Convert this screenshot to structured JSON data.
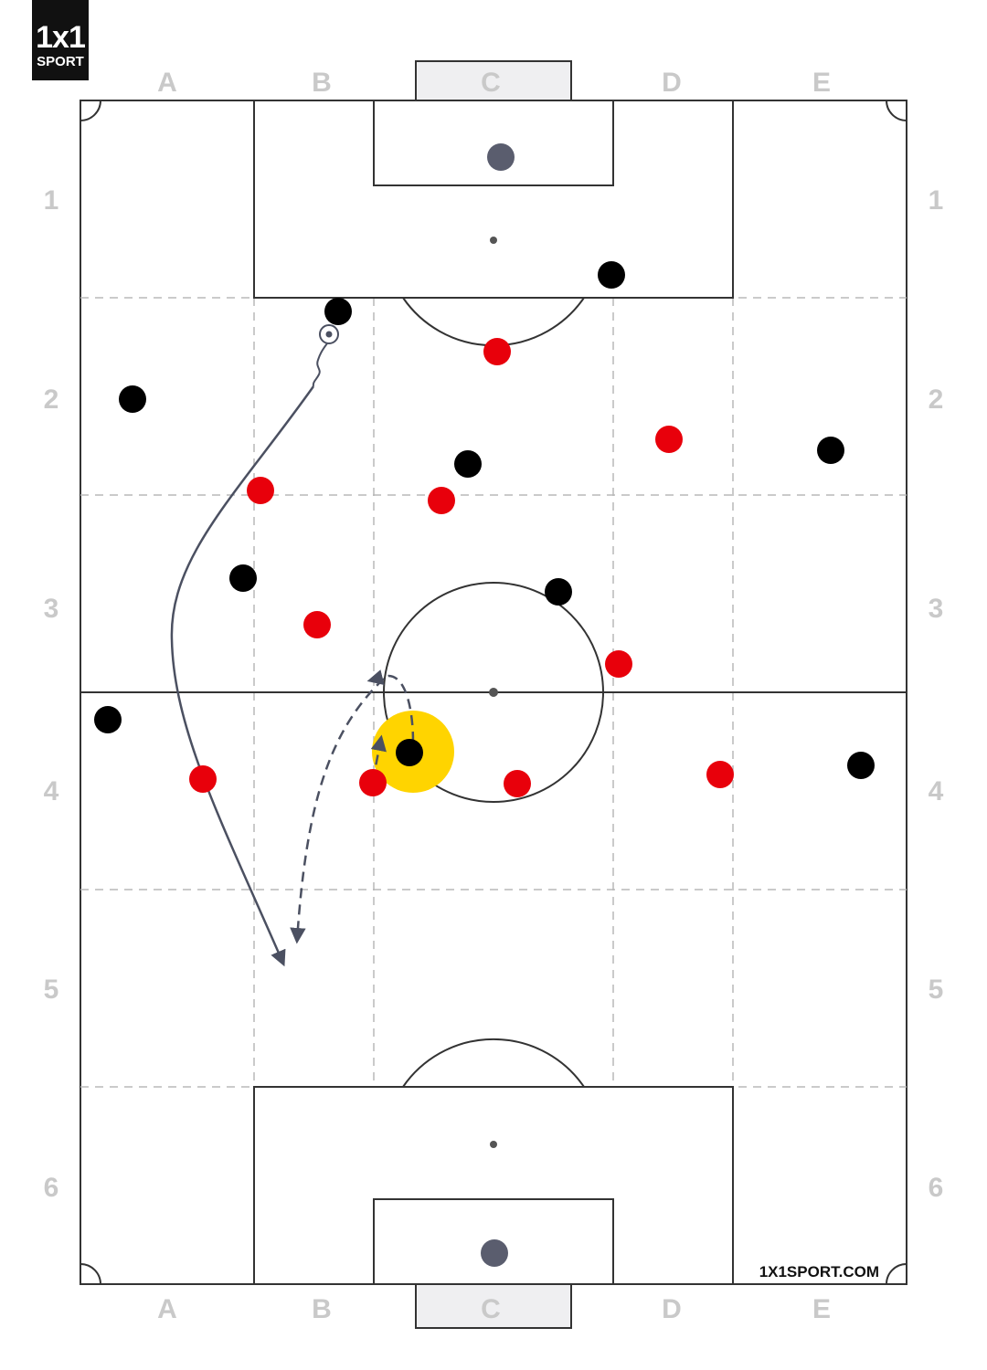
{
  "brand": {
    "logo_top": "1x1",
    "logo_bottom": "SPORT",
    "website": "1X1SPORT.COM"
  },
  "grid": {
    "columns": [
      "A",
      "B",
      "C",
      "D",
      "E"
    ],
    "rows": [
      "1",
      "2",
      "3",
      "4",
      "5",
      "6"
    ]
  },
  "colors": {
    "team_black": "#000000",
    "team_red": "#e8000b",
    "highlight": "#ffd400",
    "lines": "#333333",
    "arrows": "#4b5061",
    "labels": "#c9c9c9"
  },
  "players": {
    "black": [
      "black-1",
      "black-2",
      "black-3",
      "black-4",
      "black-5",
      "black-6",
      "black-7",
      "black-8",
      "black-9",
      "black-10",
      "black-11"
    ],
    "red": [
      "red-1",
      "red-2",
      "red-3",
      "red-4",
      "red-5",
      "red-6",
      "red-7",
      "red-8",
      "red-9",
      "red-10",
      "red-11"
    ],
    "highlighted": "black-11"
  },
  "movements": [
    {
      "type": "dribble",
      "style": "wavy"
    },
    {
      "type": "pass",
      "style": "solid"
    },
    {
      "type": "run",
      "style": "dashed"
    },
    {
      "type": "run",
      "style": "dashed"
    }
  ]
}
